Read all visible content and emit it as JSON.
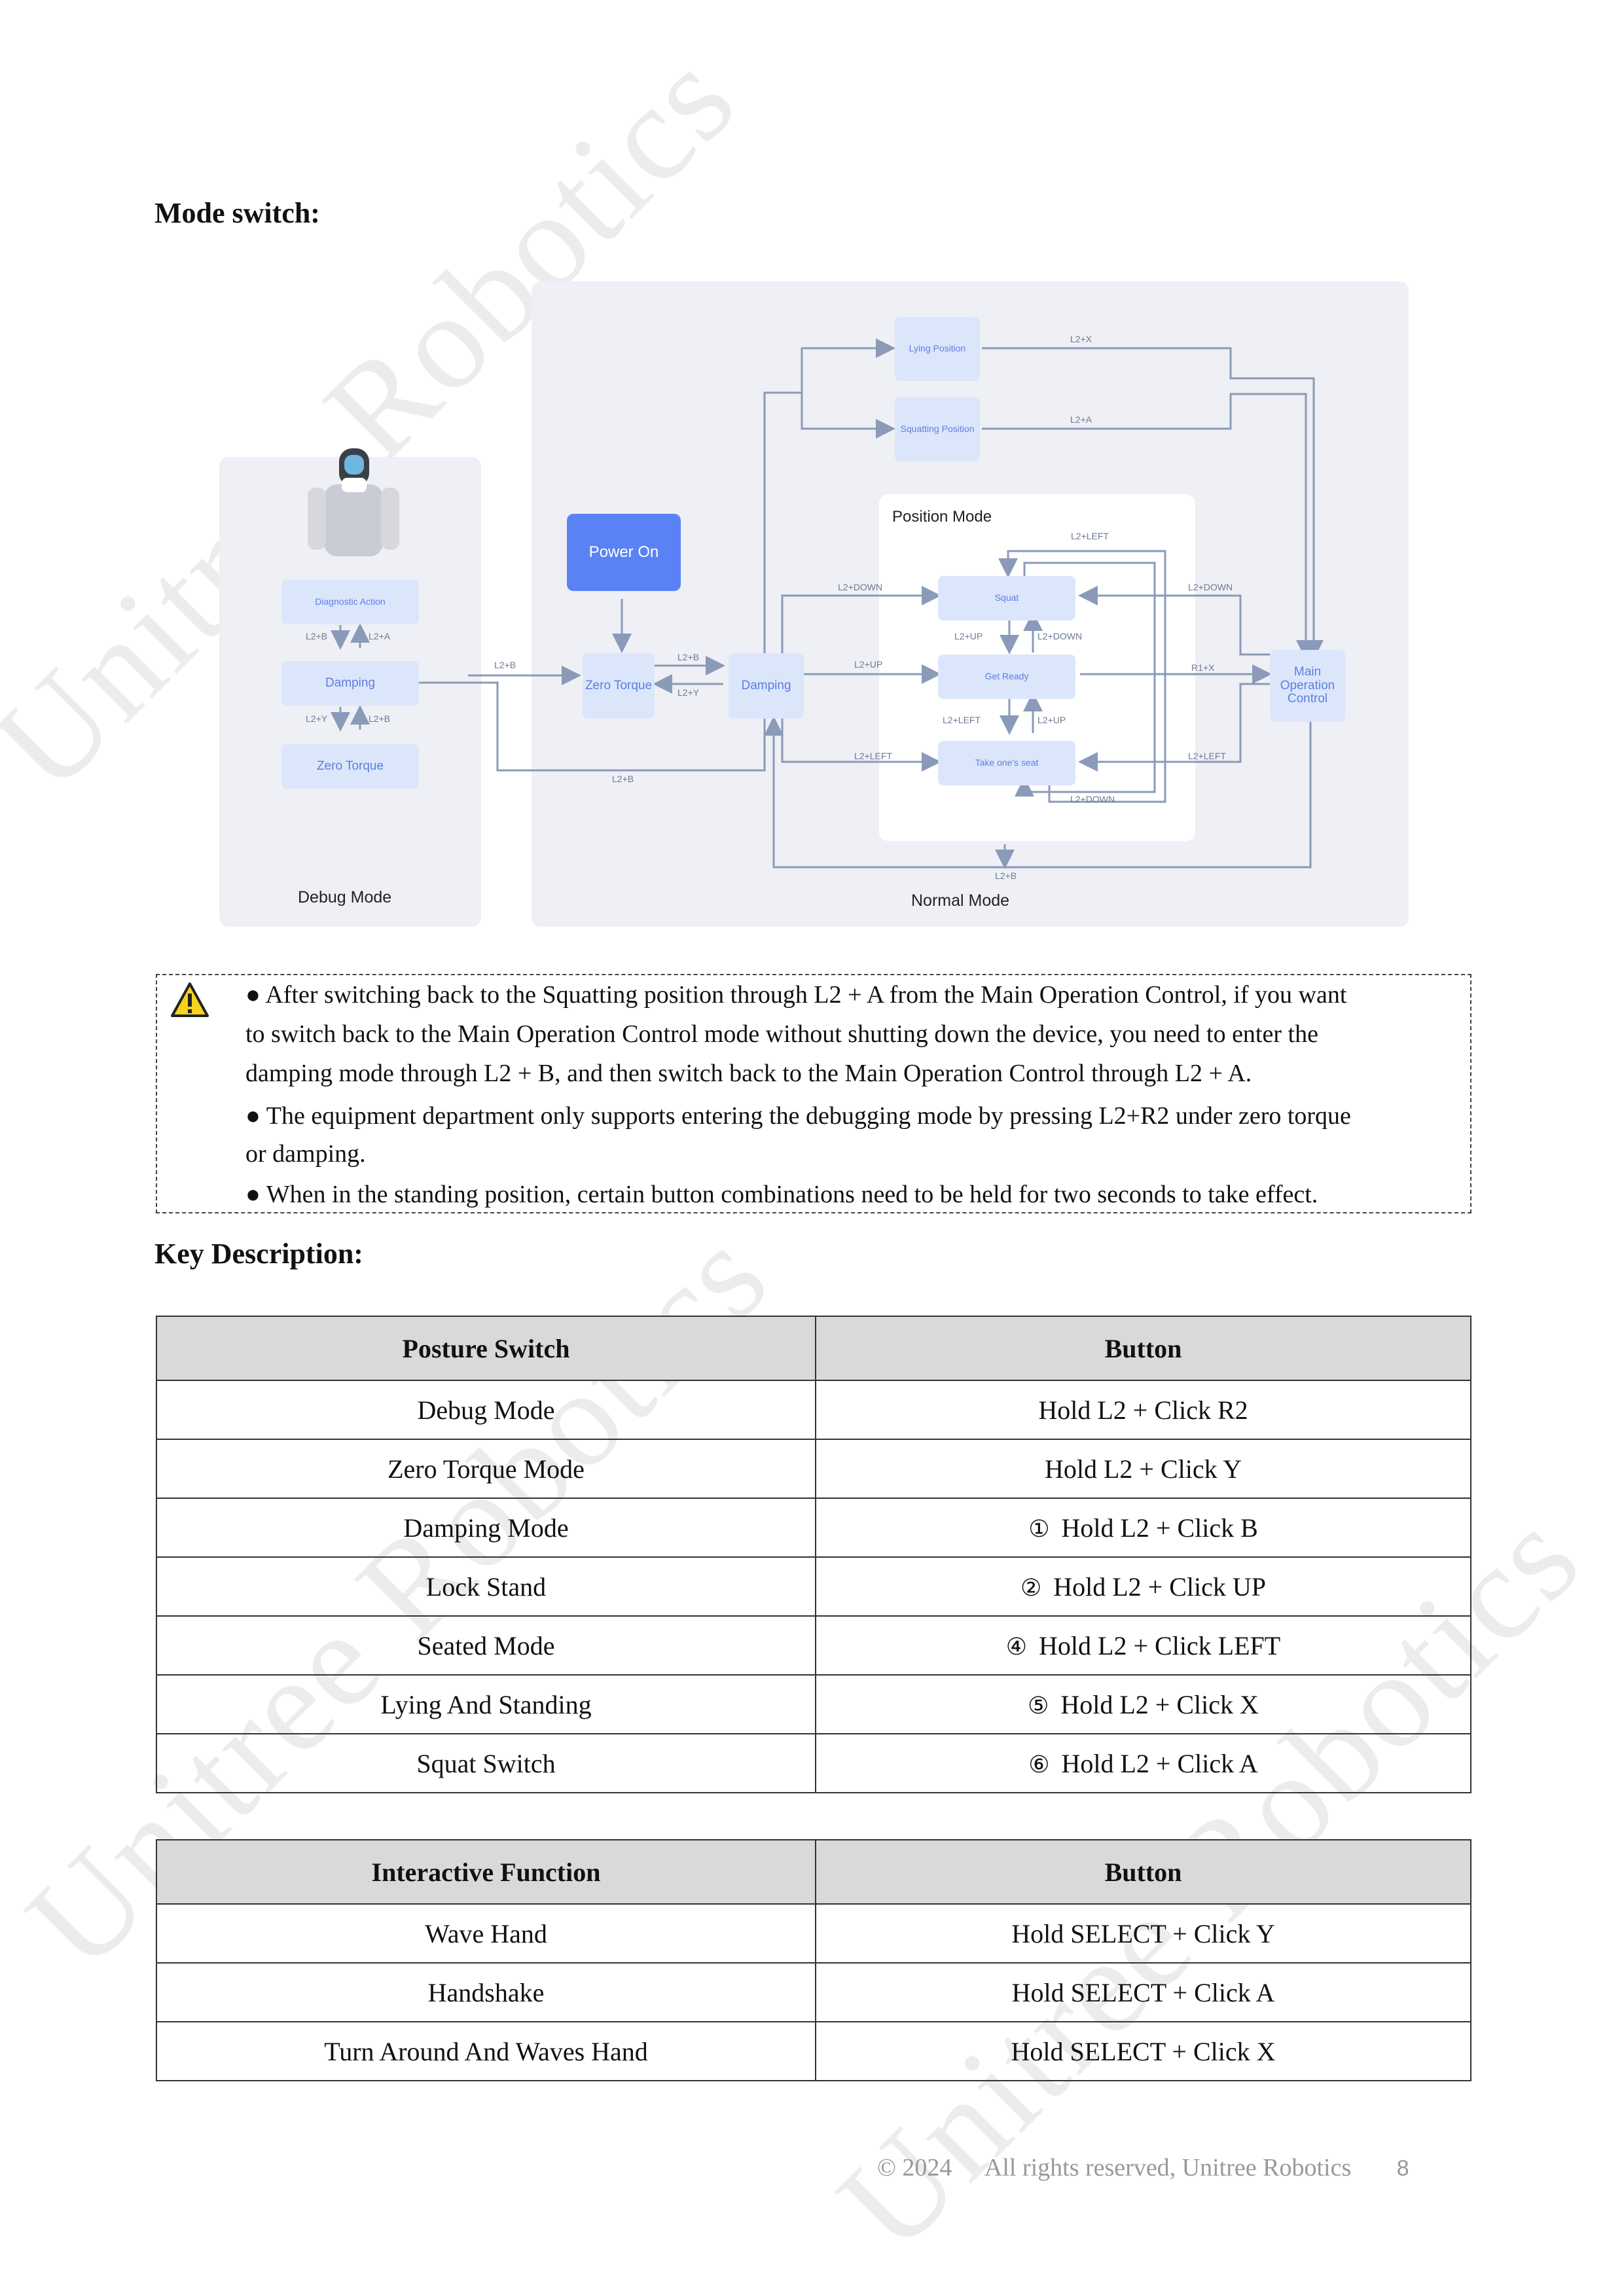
{
  "sections": {
    "mode_switch_title": "Mode switch:",
    "key_description_title": "Key Description:"
  },
  "watermark": {
    "text": "Unitree Robotics"
  },
  "diagram": {
    "panels": {
      "debug": "Debug Mode",
      "normal": "Normal Mode",
      "position": "Position Mode"
    },
    "nodes": {
      "diagnostic_action": "Diagnostic Action",
      "damping_debug": "Damping",
      "zero_torque_debug": "Zero Torque",
      "power_on": "Power On",
      "zero_torque": "Zero Torque",
      "damping": "Damping",
      "lying_position": "Lying Position",
      "squatting_position": "Squatting Position",
      "squat": "Squat",
      "get_ready": "Get Ready",
      "take_seat": "Take one's seat",
      "main_operation": "Main Operation Control"
    },
    "edge_labels": {
      "l2b_1": "L2+B",
      "l2a_1": "L2+A",
      "l2y_1": "L2+Y",
      "l2b_2": "L2+B",
      "l2b_3": "L2+B",
      "l2b_4": "L2+B",
      "l2y_2": "L2+Y",
      "l2b_bottom": "L2+B",
      "l2x_top": "L2+X",
      "l2a_top": "L2+A",
      "l2left_top": "L2+LEFT",
      "l2down_left": "L2+DOWN",
      "l2down_right": "L2+DOWN",
      "l2up_1": "L2+UP",
      "l2down_mid": "L2+DOWN",
      "l2up_left": "L2+UP",
      "r1x": "R1+X",
      "l2left_mid": "L2+LEFT",
      "l2up_mid": "L2+UP",
      "l2left_low": "L2+LEFT",
      "l2left_right": "L2+LEFT",
      "l2down_bottom": "L2+DOWN",
      "l2b_normal_bottom": "L2+B"
    }
  },
  "notes": [
    "After switching back to the Squatting position through L2 + A from the Main Operation Control, if you want",
    "to switch back to the Main Operation Control mode without shutting down the device, you need to enter the",
    "damping mode through L2 + B, and then switch back to the Main Operation Control through L2 + A.",
    "The equipment department only supports entering the debugging mode by pressing L2+R2 under zero torque",
    "or damping.",
    "When in the standing position, certain button combinations need to be held for two seconds to take effect."
  ],
  "table1": {
    "headers": [
      "Posture Switch",
      "Button"
    ],
    "rows": [
      {
        "posture": "Debug Mode",
        "mark": "",
        "button": "Hold L2 + Click R2"
      },
      {
        "posture": "Zero Torque Mode",
        "mark": "",
        "button": "Hold L2 + Click Y"
      },
      {
        "posture": "Damping Mode",
        "mark": "①",
        "button": "Hold L2 + Click B"
      },
      {
        "posture": "Lock Stand",
        "mark": "②",
        "button": "Hold L2 + Click UP"
      },
      {
        "posture": "Seated Mode",
        "mark": "④",
        "button": "Hold L2 + Click LEFT"
      },
      {
        "posture": "Lying And Standing",
        "mark": "⑤",
        "button": "Hold L2 + Click X"
      },
      {
        "posture": "Squat Switch",
        "mark": "⑥",
        "button": "Hold L2 + Click A"
      }
    ]
  },
  "table2": {
    "headers": [
      "Interactive Function",
      "Button"
    ],
    "rows": [
      {
        "function": "Wave Hand",
        "button": "Hold SELECT + Click Y"
      },
      {
        "function": "Handshake",
        "button": "Hold SELECT + Click A"
      },
      {
        "function": "Turn Around And Waves Hand",
        "button": "Hold SELECT + Click X"
      }
    ]
  },
  "footer": {
    "copyright": "© 2024",
    "rights": "All rights reserved, Unitree Robotics",
    "page": "8"
  },
  "colors": {
    "node_fill": "#dce6fb",
    "node_text": "#5b7fe0",
    "power_fill": "#5b82f5",
    "panel_fill": "#eef0f5",
    "arrow": "#8a9ab8",
    "table_header": "#d9d9d9"
  }
}
